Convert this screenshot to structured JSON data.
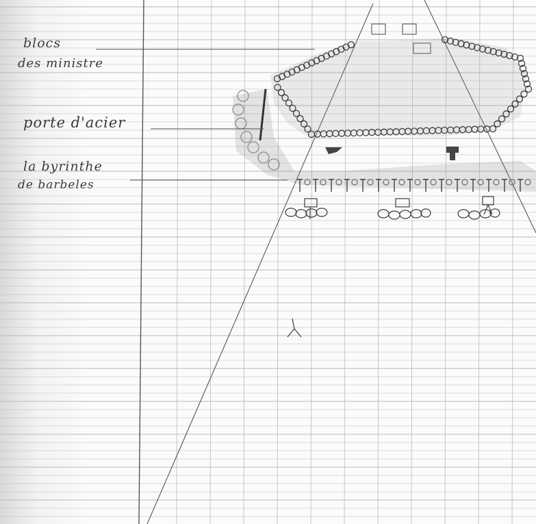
{
  "labels": {
    "blocs": "blocs",
    "ministere": "des ministre",
    "porte": "porte d'acier",
    "labyrinthe": "la byrinthe",
    "barbeles": "de barbeles"
  },
  "colors": {
    "paper": "#fbfbfb",
    "grid": "#b9b9b9",
    "pencil": "#4a4a4a",
    "shading": "#8a8a8a"
  }
}
